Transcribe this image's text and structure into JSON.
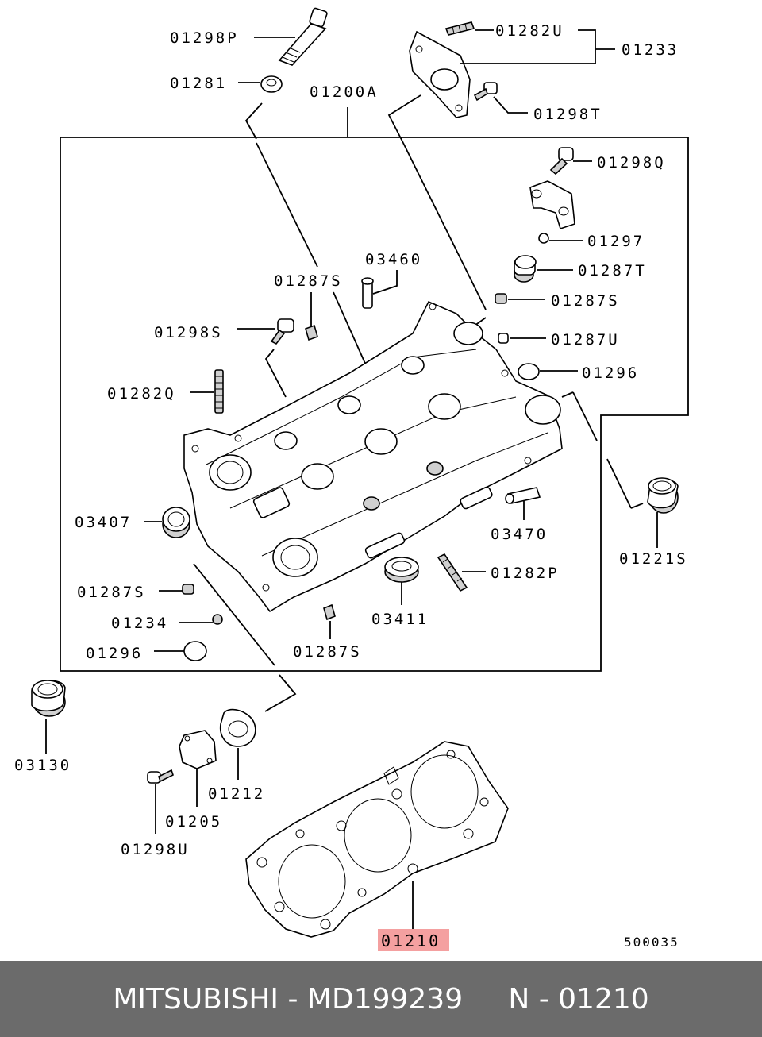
{
  "diagram_id": "500035",
  "highlight_color": "#f4a0a0",
  "highlighted_part": "01210",
  "labels": {
    "p01298P": "01298P",
    "p01281": "01281",
    "p01200A": "01200A",
    "p01282U": "01282U",
    "p01233": "01233",
    "p01298T": "01298T",
    "p01298Q": "01298Q",
    "p01297": "01297",
    "p03460": "03460",
    "p01287S_a": "01287S",
    "p01287T": "01287T",
    "p01287S_b": "01287S",
    "p01298S": "01298S",
    "p01287U": "01287U",
    "p01296_a": "01296",
    "p01282Q": "01282Q",
    "p03407": "03407",
    "p03470": "03470",
    "p01221S": "01221S",
    "p01282P": "01282P",
    "p01287S_c": "01287S",
    "p03411": "03411",
    "p01234": "01234",
    "p01296_b": "01296",
    "p01287S_d": "01287S",
    "p03130": "03130",
    "p01212": "01212",
    "p01205": "01205",
    "p01298U": "01298U",
    "p01210": "01210"
  },
  "footer": {
    "text": "MITSUBISHI - MD199239     N - 01210"
  }
}
